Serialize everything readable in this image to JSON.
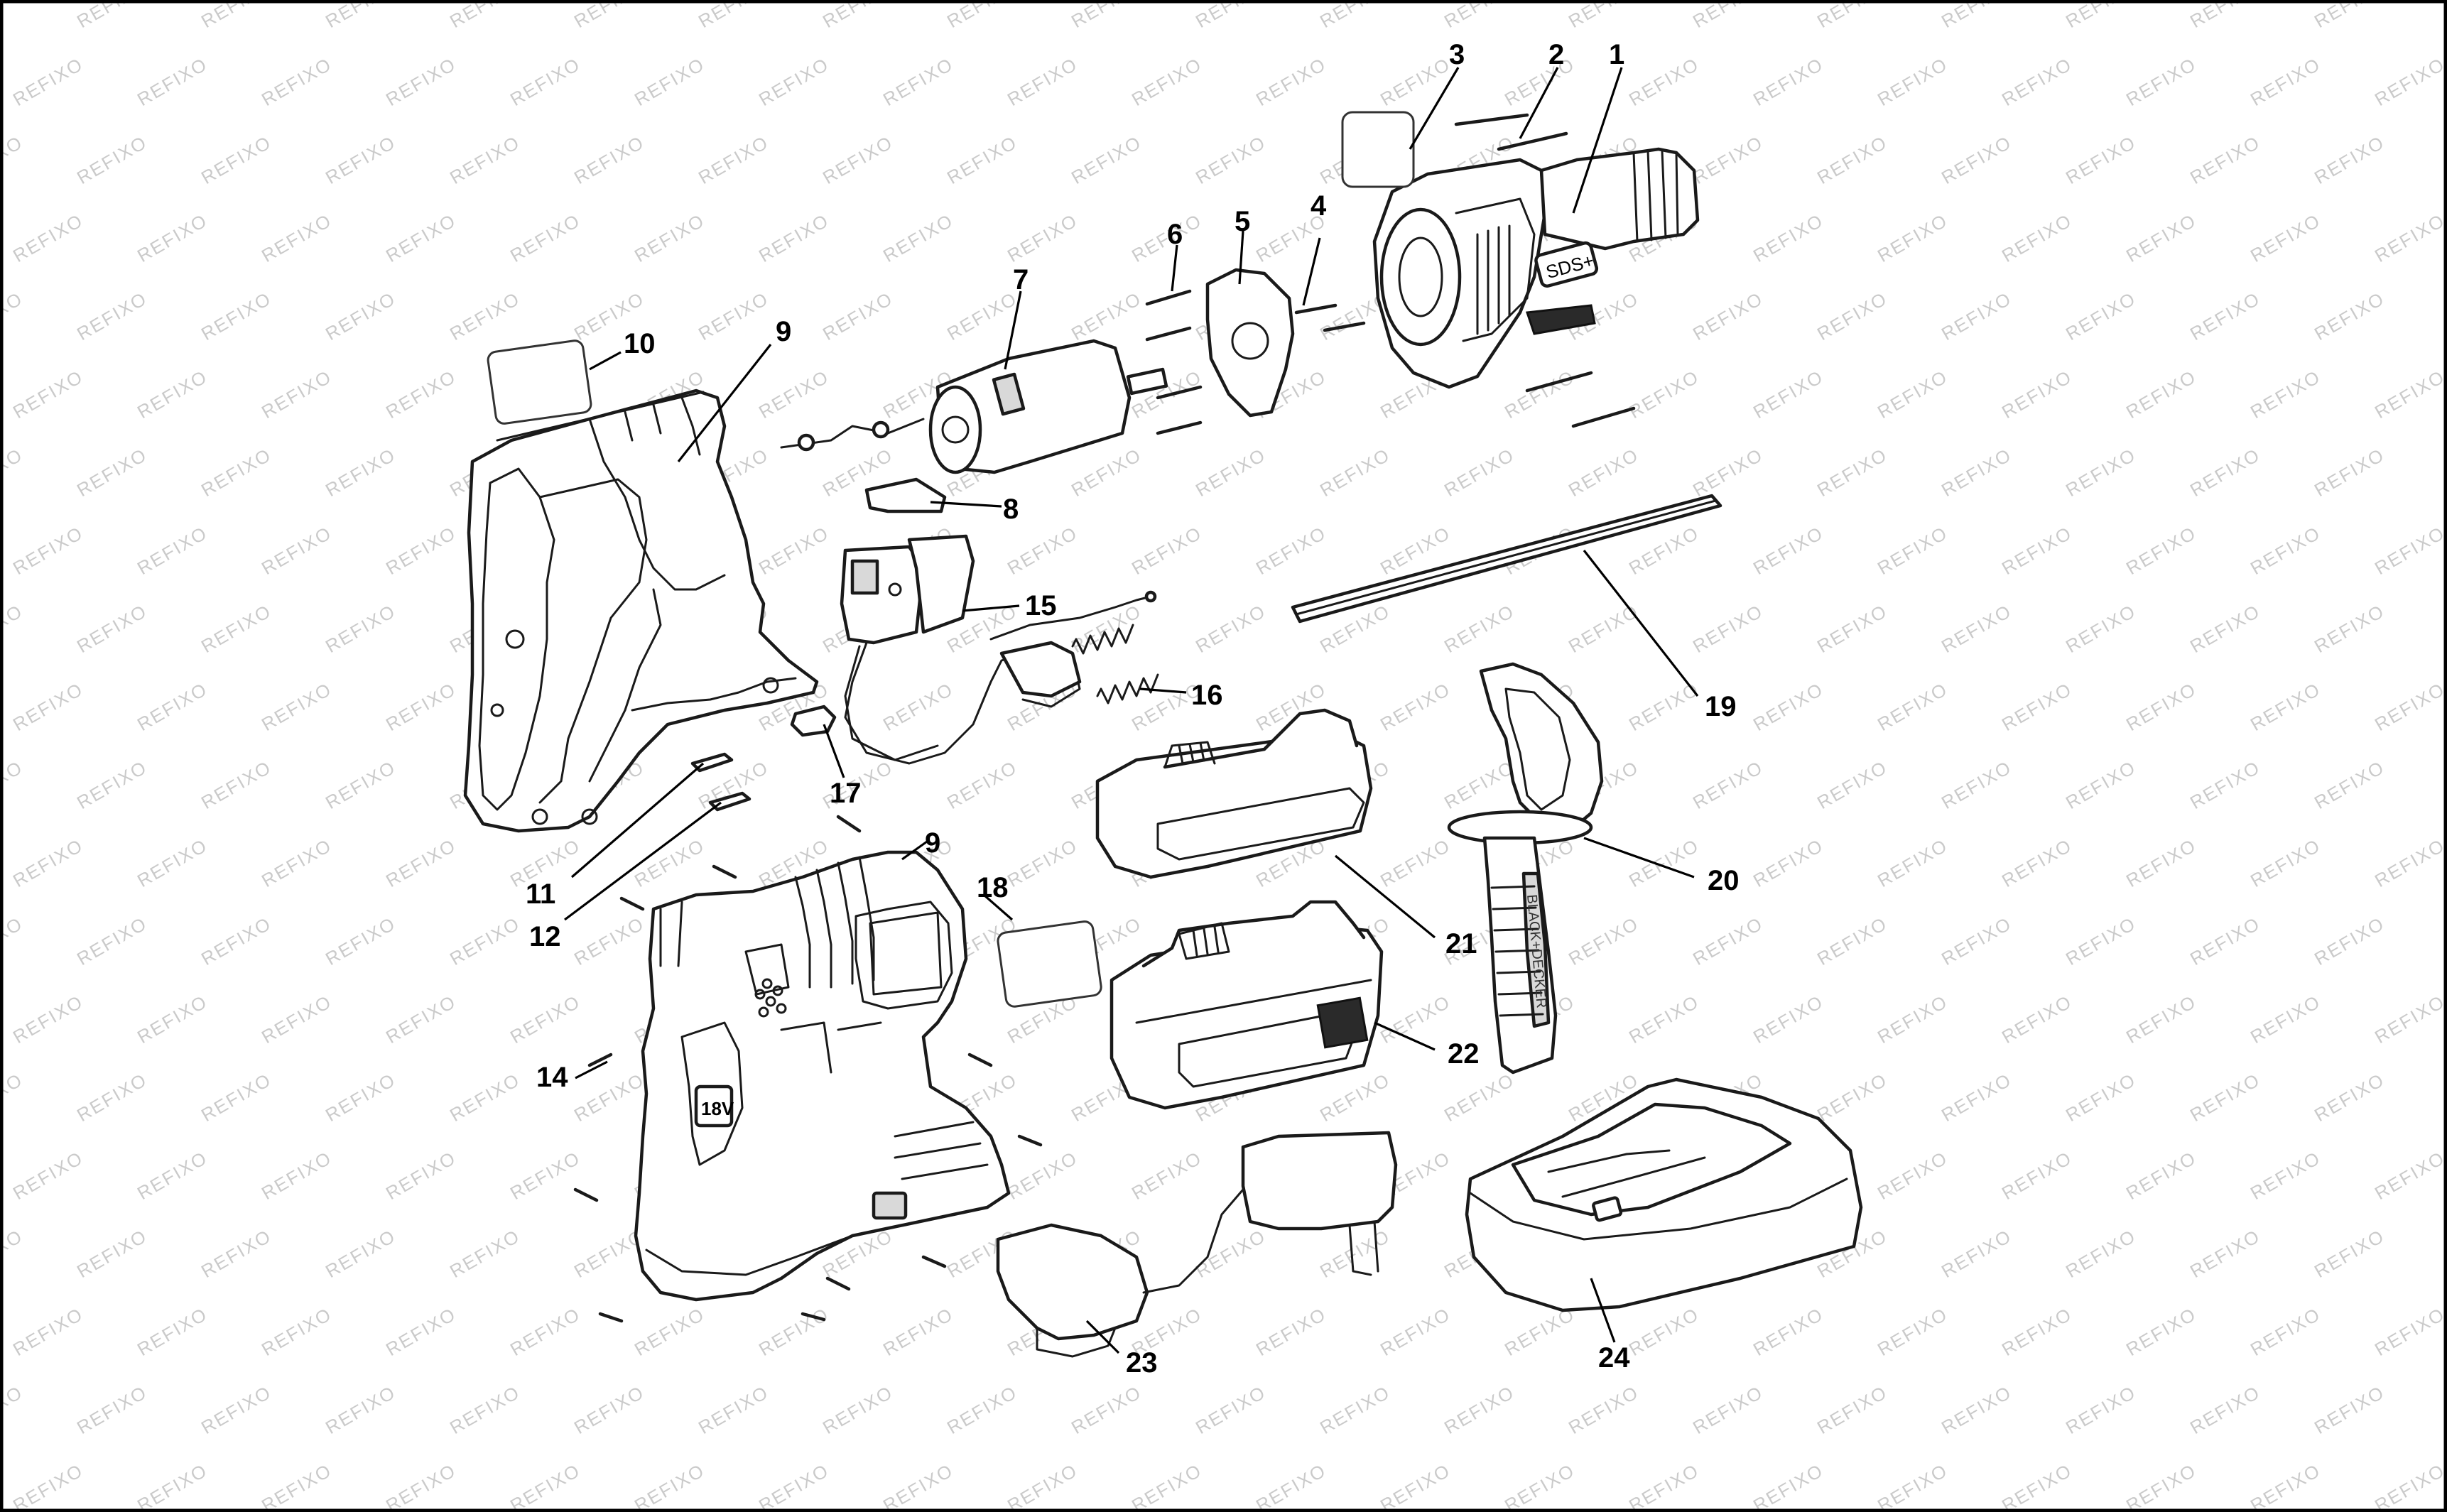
{
  "watermark_text": "REFIXO",
  "callouts": [
    "1",
    "2",
    "3",
    "4",
    "5",
    "6",
    "7",
    "8",
    "9",
    "10",
    "11",
    "12",
    "14",
    "15",
    "16",
    "17",
    "18",
    "19",
    "20",
    "21",
    "22",
    "23",
    "24",
    "9"
  ],
  "decal_texts": {
    "chuck_badge": "SDS+",
    "voltage_badge": "18V",
    "handle_brand": "BLACK+DECKER"
  }
}
